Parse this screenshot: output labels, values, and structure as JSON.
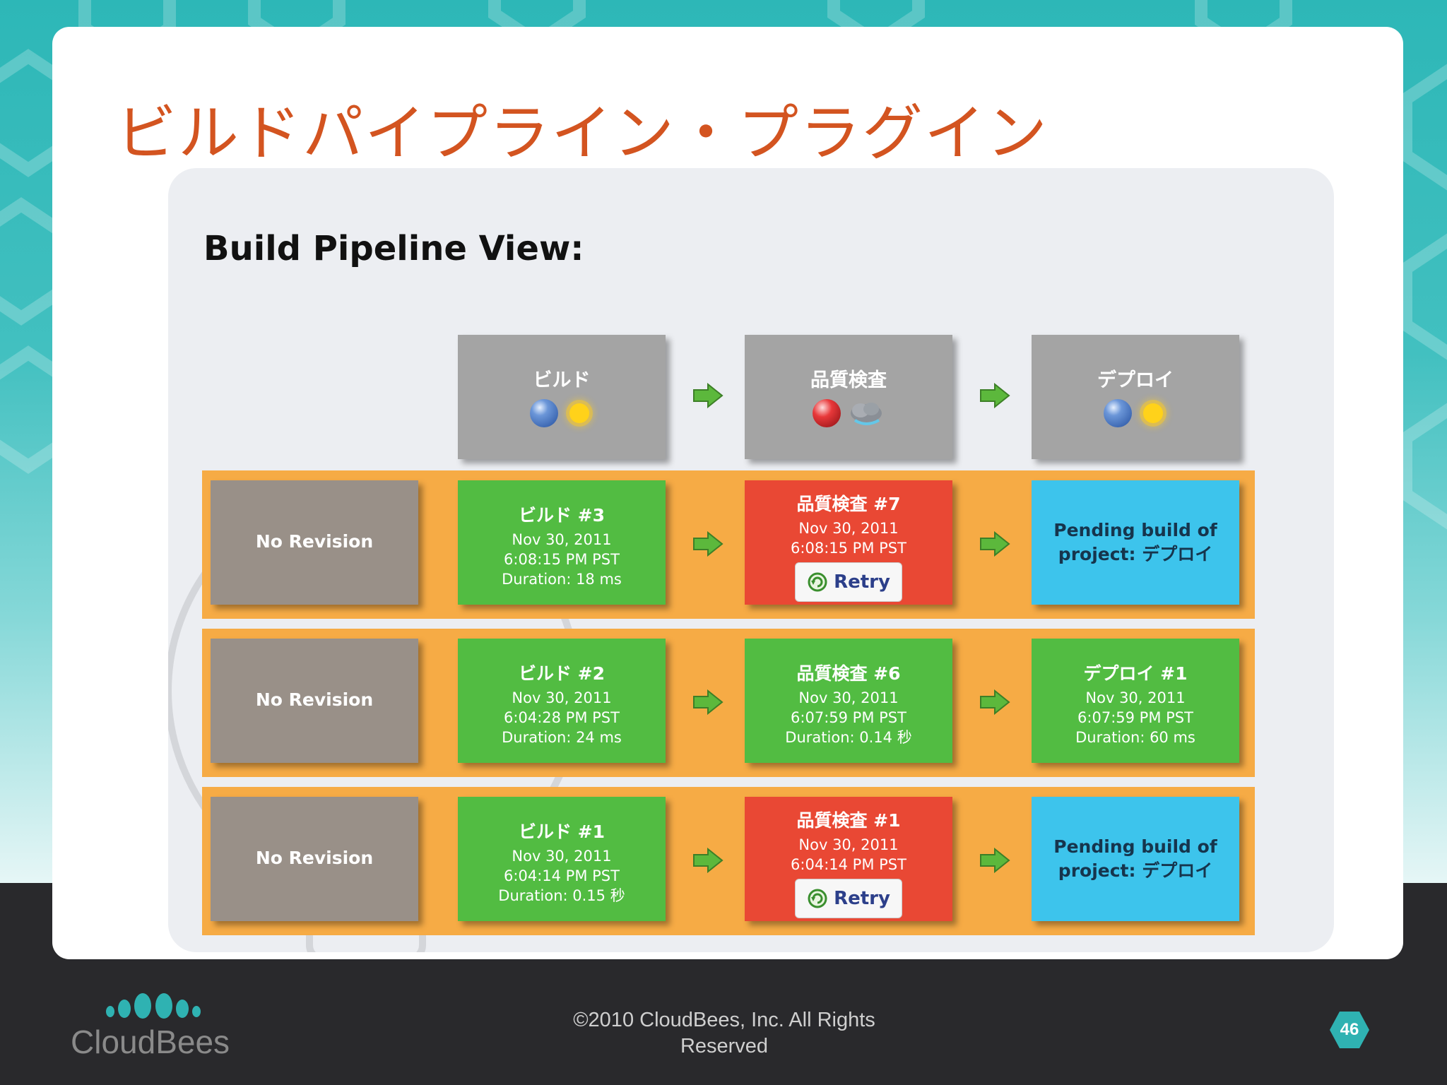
{
  "slide": {
    "title": "ビルドパイプライン・プラグイン",
    "page_number": "46",
    "copyright_line1": "©2010 CloudBees, Inc. All Rights",
    "copyright_line2": "Reserved",
    "logo_text": "CloudBees"
  },
  "colors": {
    "title": "#d35420",
    "success": "#52bc42",
    "failure": "#e94834",
    "pending": "#3dc4ec",
    "row_band": "#f6ab45",
    "no_revision": "#999088",
    "header": "#a4a4a4",
    "teal": "#2db7b7"
  },
  "pipeline": {
    "title": "Build Pipeline View:",
    "columns": [
      {
        "name": "ビルド",
        "status_icon": "blue-ball-icon",
        "health_icon": "sun-icon"
      },
      {
        "name": "品質検査",
        "status_icon": "red-ball-icon",
        "health_icon": "storm-icon"
      },
      {
        "name": "デプロイ",
        "status_icon": "blue-ball-icon",
        "health_icon": "sun-icon"
      }
    ],
    "rows": [
      {
        "revision": "No Revision",
        "builds": [
          {
            "status": "success",
            "title": "ビルド #3",
            "date": "Nov 30, 2011",
            "time": "6:08:15 PM PST",
            "duration": "Duration: 18 ms"
          },
          {
            "status": "failure",
            "title": "品質検査 #7",
            "date": "Nov 30, 2011",
            "time": "6:08:15 PM PST",
            "retry": "Retry"
          },
          {
            "status": "pending",
            "line1": "Pending build of",
            "line2": "project: デプロイ"
          }
        ]
      },
      {
        "revision": "No Revision",
        "builds": [
          {
            "status": "success",
            "title": "ビルド #2",
            "date": "Nov 30, 2011",
            "time": "6:04:28 PM PST",
            "duration": "Duration: 24 ms"
          },
          {
            "status": "success",
            "title": "品質検査 #6",
            "date": "Nov 30, 2011",
            "time": "6:07:59 PM PST",
            "duration": "Duration: 0.14 秒"
          },
          {
            "status": "success",
            "title": "デプロイ #1",
            "date": "Nov 30, 2011",
            "time": "6:07:59 PM PST",
            "duration": "Duration: 60 ms"
          }
        ]
      },
      {
        "revision": "No Revision",
        "builds": [
          {
            "status": "success",
            "title": "ビルド #1",
            "date": "Nov 30, 2011",
            "time": "6:04:14 PM PST",
            "duration": "Duration: 0.15 秒"
          },
          {
            "status": "failure",
            "title": "品質検査 #1",
            "date": "Nov 30, 2011",
            "time": "6:04:14 PM PST",
            "retry": "Retry"
          },
          {
            "status": "pending",
            "line1": "Pending build of",
            "line2": "project: デプロイ"
          }
        ]
      }
    ]
  }
}
